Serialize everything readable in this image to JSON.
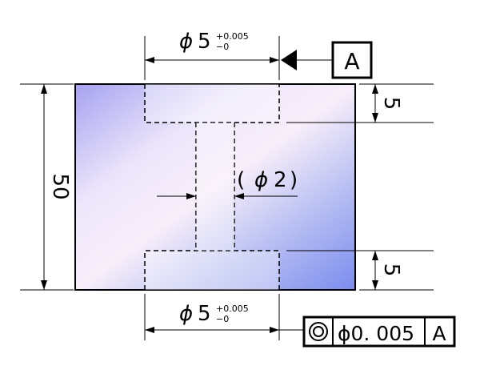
{
  "dimensions": {
    "top_diameter": {
      "symbol": "ϕ",
      "value": "5",
      "tol_upper": "+0.005",
      "tol_lower": "−0"
    },
    "bottom_diameter": {
      "symbol": "ϕ",
      "value": "5",
      "tol_upper": "+0.005",
      "tol_lower": "−0"
    },
    "hole_diameter": {
      "open": "(",
      "symbol": "ϕ",
      "value": "2",
      "close": ")"
    },
    "overall_height": "50",
    "top_depth": "5",
    "bottom_depth": "5"
  },
  "datum": {
    "label": "A"
  },
  "feature_control_frame": {
    "symbol": "concentricity",
    "tolerance": "ϕ0. 005",
    "datum": "A"
  },
  "colors": {
    "gradient_a": "#a8a4f0",
    "gradient_b": "#f6ecfb",
    "gradient_c": "#7f90f0",
    "line": "#000000"
  }
}
